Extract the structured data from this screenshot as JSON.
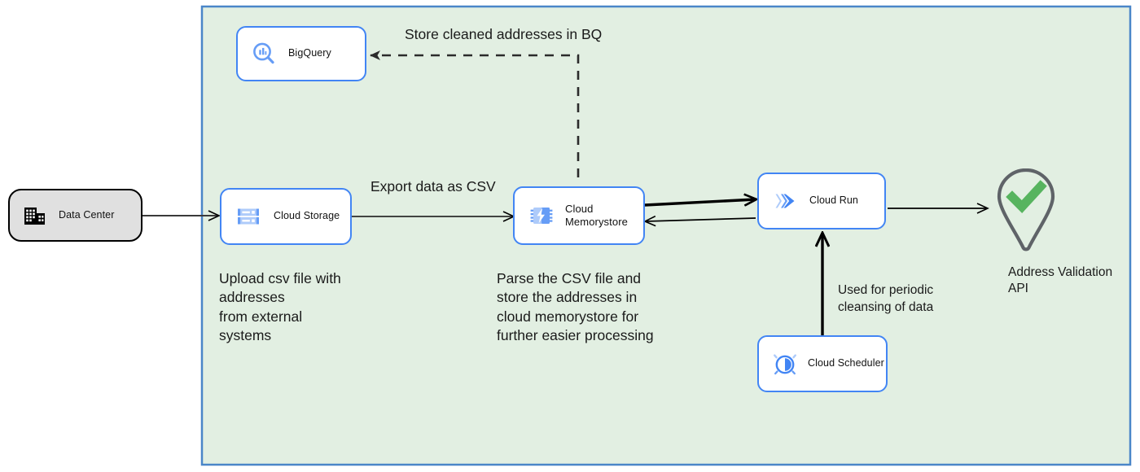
{
  "diagram": {
    "type": "cloud-architecture-flow",
    "background_color": "#ffffff",
    "boundary": {
      "name": "google-cloud-boundary",
      "fill": "#e2efe2",
      "stroke": "#4a86c8"
    },
    "nodes": [
      {
        "id": "data-center",
        "label": "Data Center",
        "icon": "data-center-icon",
        "style": "on-premise",
        "fill": "#e0e0e0",
        "stroke": "#000000"
      },
      {
        "id": "bigquery",
        "label": "BigQuery",
        "icon": "bigquery-icon",
        "style": "google-cloud",
        "fill": "#ffffff",
        "stroke": "#4285f4"
      },
      {
        "id": "cloud-storage",
        "label": "Cloud Storage",
        "icon": "cloud-storage-icon",
        "style": "google-cloud",
        "fill": "#ffffff",
        "stroke": "#4285f4"
      },
      {
        "id": "cloud-memorystore",
        "label": "Cloud\nMemorystore",
        "icon": "cloud-memorystore-icon",
        "style": "google-cloud",
        "fill": "#ffffff",
        "stroke": "#4285f4"
      },
      {
        "id": "cloud-run",
        "label": "Cloud Run",
        "icon": "cloud-run-icon",
        "style": "google-cloud",
        "fill": "#ffffff",
        "stroke": "#4285f4"
      },
      {
        "id": "cloud-scheduler",
        "label": "Cloud Scheduler",
        "icon": "cloud-scheduler-icon",
        "style": "google-cloud",
        "fill": "#ffffff",
        "stroke": "#4285f4"
      },
      {
        "id": "address-validation-api",
        "label": "Address Validation\nAPI",
        "icon": "map-pin-check-icon",
        "style": "pin",
        "pin_stroke": "#5f6368",
        "check_fill": "#57b45f"
      }
    ],
    "edge_labels": {
      "store_in_bq": "Store cleaned addresses in BQ",
      "export_csv": "Export data as CSV",
      "periodic_cleansing": "Used for periodic\ncleansing of data"
    },
    "annotations": {
      "upload_note": "Upload csv file with\naddresses\nfrom external\nsystems",
      "parse_note": "Parse the CSV file and\nstore the addresses in\ncloud  memorystore for\nfurther easier processing"
    }
  }
}
